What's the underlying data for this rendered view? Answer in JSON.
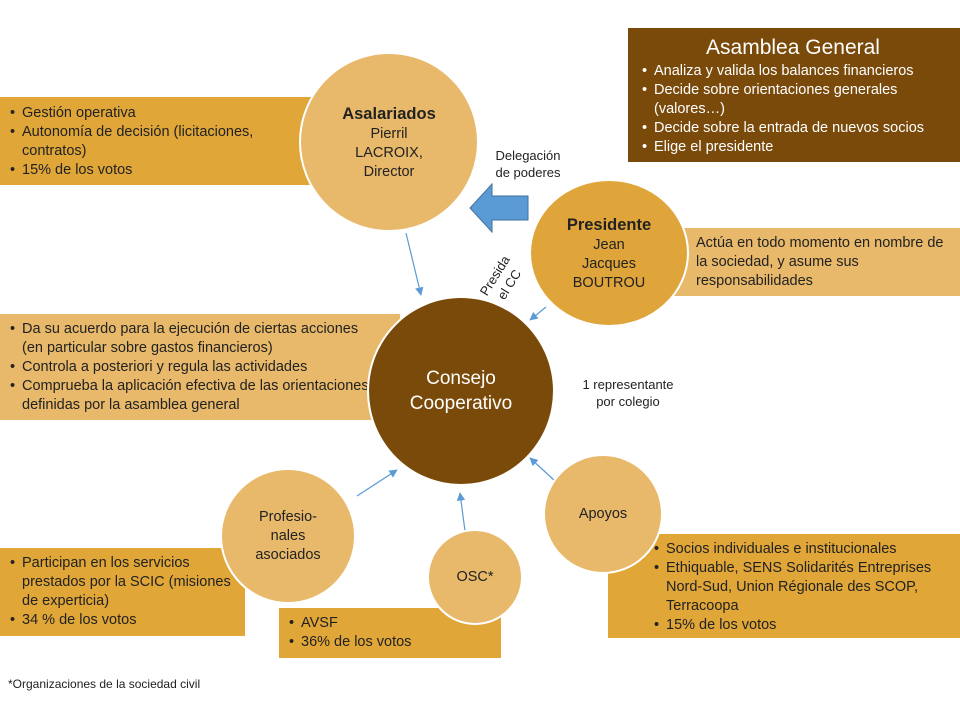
{
  "asamblea": {
    "title": "Asamblea General",
    "items": [
      "Analiza y valida los balances financieros",
      "Decide sobre orientaciones generales (valores…)",
      "Decide sobre la entrada de nuevos socios",
      "Elige el presidente"
    ]
  },
  "asalariados": {
    "title": "Asalariados",
    "line1": "Pierril",
    "line2": "LACROIX,",
    "line3": "Director",
    "items": [
      "Gestión operativa",
      "Autonomía  de decisión (licitaciones, contratos)",
      "15% de los votos"
    ]
  },
  "presidente": {
    "title": "Presidente",
    "line1": "Jean",
    "line2": "Jacques",
    "line3": "BOUTROU",
    "description": "Actúa en todo momento en nombre de la sociedad, y asume sus responsabilidades"
  },
  "delegacion": {
    "line1": "Delegación",
    "line2": "de poderes"
  },
  "preside": {
    "line1": "Presida",
    "line2": "el CC"
  },
  "consejo": {
    "line1": "Consejo",
    "line2": "Cooperativo",
    "items": [
      "Da su acuerdo para la ejecución de ciertas acciones (en particular sobre gastos financieros)",
      "Controla a posteriori y regula las actividades",
      "Comprueba la aplicación efectiva de las orientaciones definidas por la asamblea general"
    ]
  },
  "representante": {
    "line1": "1 representante",
    "line2": "por colegio"
  },
  "profesionales": {
    "line1": "Profesio-",
    "line2": "nales",
    "line3": "asociados",
    "items": [
      "Participan en los servicios prestados por la SCIC (misiones de experticia)",
      "34 % de los votos"
    ]
  },
  "osc": {
    "label": "OSC*",
    "items": [
      "AVSF",
      "36% de los votos"
    ]
  },
  "apoyos": {
    "label": "Apoyos",
    "items": [
      "Socios individuales e institucionales",
      "Ethiquable, SENS Solidarités Entreprises Nord-Sud, Union Régionale des SCOP, Terracoopa",
      "15% de los votos"
    ]
  },
  "footnote": "*Organizaciones de la sociedad civil",
  "colors": {
    "light_tan": "#e8b96a",
    "gold": "#e0a638",
    "brown": "#7a4a0a",
    "arrow_blue": "#5b9bd5"
  }
}
